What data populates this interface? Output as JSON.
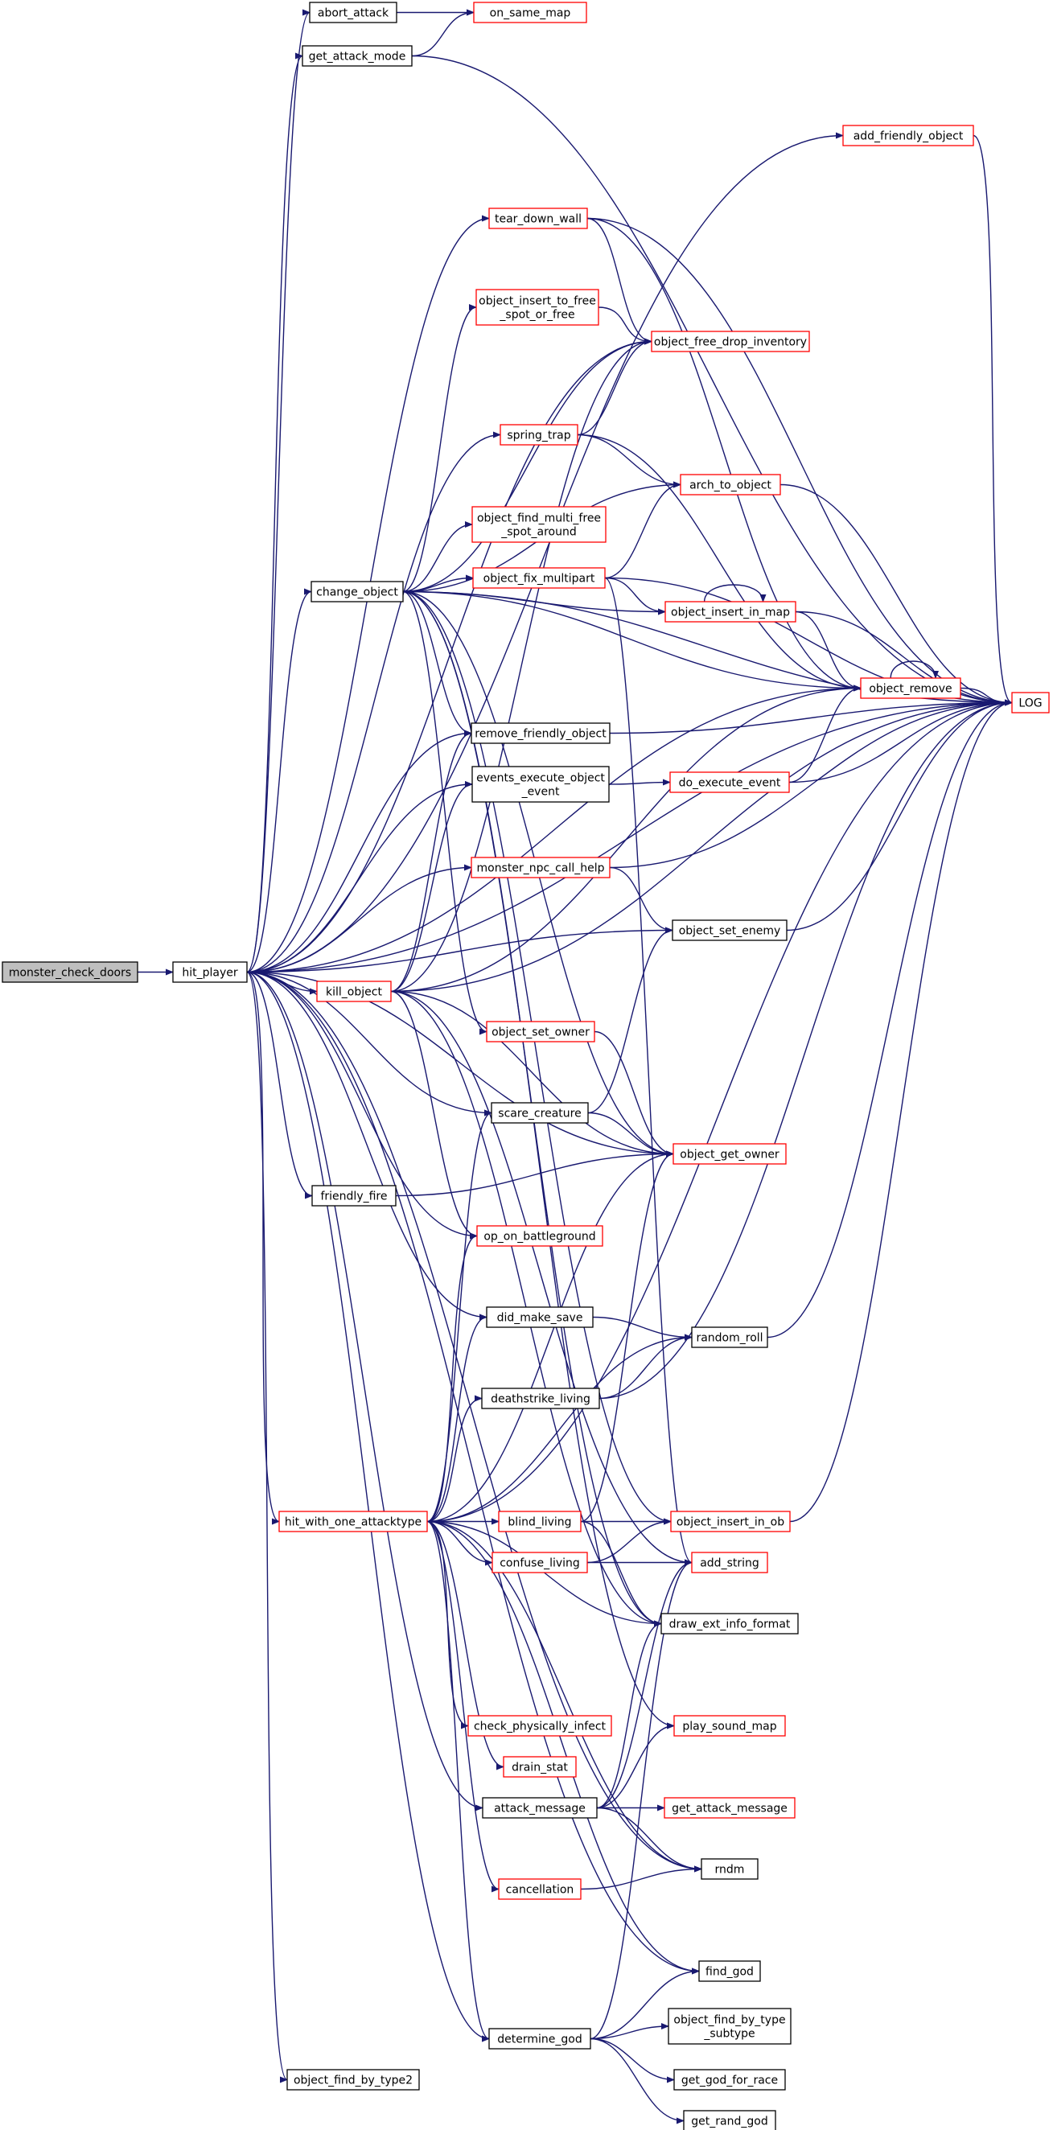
{
  "colors": {
    "edge": "#191970",
    "root_fill": "#bfbfbf",
    "linked_fill": "#ffffff",
    "border_black": "#000000",
    "border_red": "#ff0000"
  },
  "nodes": [
    {
      "id": "monster_check_doors",
      "lines": [
        "monster_check_doors"
      ],
      "style": "root"
    },
    {
      "id": "hit_player",
      "lines": [
        "hit_player"
      ],
      "style": "black"
    },
    {
      "id": "abort_attack",
      "lines": [
        "abort_attack"
      ],
      "style": "black"
    },
    {
      "id": "get_attack_mode",
      "lines": [
        "get_attack_mode"
      ],
      "style": "black"
    },
    {
      "id": "on_same_map",
      "lines": [
        "on_same_map"
      ],
      "style": "red"
    },
    {
      "id": "add_friendly_object",
      "lines": [
        "add_friendly_object"
      ],
      "style": "red"
    },
    {
      "id": "tear_down_wall",
      "lines": [
        "tear_down_wall"
      ],
      "style": "red"
    },
    {
      "id": "object_insert_to_free_spot_or_free",
      "lines": [
        "object_insert_to_free",
        "_spot_or_free"
      ],
      "style": "red"
    },
    {
      "id": "object_free_drop_inventory",
      "lines": [
        "object_free_drop_inventory"
      ],
      "style": "red"
    },
    {
      "id": "spring_trap",
      "lines": [
        "spring_trap"
      ],
      "style": "red"
    },
    {
      "id": "arch_to_object",
      "lines": [
        "arch_to_object"
      ],
      "style": "red"
    },
    {
      "id": "object_find_multi_free_spot_around",
      "lines": [
        "object_find_multi_free",
        "_spot_around"
      ],
      "style": "red"
    },
    {
      "id": "change_object",
      "lines": [
        "change_object"
      ],
      "style": "black"
    },
    {
      "id": "object_fix_multipart",
      "lines": [
        "object_fix_multipart"
      ],
      "style": "red"
    },
    {
      "id": "object_insert_in_map",
      "lines": [
        "object_insert_in_map"
      ],
      "style": "red"
    },
    {
      "id": "object_remove",
      "lines": [
        "object_remove"
      ],
      "style": "red"
    },
    {
      "id": "LOG",
      "lines": [
        "LOG"
      ],
      "style": "red"
    },
    {
      "id": "remove_friendly_object",
      "lines": [
        "remove_friendly_object"
      ],
      "style": "black"
    },
    {
      "id": "events_execute_object_event",
      "lines": [
        "events_execute_object",
        "_event"
      ],
      "style": "black"
    },
    {
      "id": "do_execute_event",
      "lines": [
        "do_execute_event"
      ],
      "style": "red"
    },
    {
      "id": "monster_npc_call_help",
      "lines": [
        "monster_npc_call_help"
      ],
      "style": "red"
    },
    {
      "id": "object_set_enemy",
      "lines": [
        "object_set_enemy"
      ],
      "style": "black"
    },
    {
      "id": "kill_object",
      "lines": [
        "kill_object"
      ],
      "style": "red"
    },
    {
      "id": "object_set_owner",
      "lines": [
        "object_set_owner"
      ],
      "style": "red"
    },
    {
      "id": "scare_creature",
      "lines": [
        "scare_creature"
      ],
      "style": "black"
    },
    {
      "id": "object_get_owner",
      "lines": [
        "object_get_owner"
      ],
      "style": "red"
    },
    {
      "id": "friendly_fire",
      "lines": [
        "friendly_fire"
      ],
      "style": "black"
    },
    {
      "id": "op_on_battleground",
      "lines": [
        "op_on_battleground"
      ],
      "style": "red"
    },
    {
      "id": "did_make_save",
      "lines": [
        "did_make_save"
      ],
      "style": "black"
    },
    {
      "id": "random_roll",
      "lines": [
        "random_roll"
      ],
      "style": "black"
    },
    {
      "id": "deathstrike_living",
      "lines": [
        "deathstrike_living"
      ],
      "style": "black"
    },
    {
      "id": "hit_with_one_attacktype",
      "lines": [
        "hit_with_one_attacktype"
      ],
      "style": "red"
    },
    {
      "id": "blind_living",
      "lines": [
        "blind_living"
      ],
      "style": "red"
    },
    {
      "id": "object_insert_in_ob",
      "lines": [
        "object_insert_in_ob"
      ],
      "style": "red"
    },
    {
      "id": "confuse_living",
      "lines": [
        "confuse_living"
      ],
      "style": "red"
    },
    {
      "id": "add_string",
      "lines": [
        "add_string"
      ],
      "style": "red"
    },
    {
      "id": "draw_ext_info_format",
      "lines": [
        "draw_ext_info_format"
      ],
      "style": "black"
    },
    {
      "id": "check_physically_infect",
      "lines": [
        "check_physically_infect"
      ],
      "style": "red"
    },
    {
      "id": "play_sound_map",
      "lines": [
        "play_sound_map"
      ],
      "style": "red"
    },
    {
      "id": "drain_stat",
      "lines": [
        "drain_stat"
      ],
      "style": "red"
    },
    {
      "id": "attack_message",
      "lines": [
        "attack_message"
      ],
      "style": "black"
    },
    {
      "id": "get_attack_message",
      "lines": [
        "get_attack_message"
      ],
      "style": "red"
    },
    {
      "id": "rndm",
      "lines": [
        "rndm"
      ],
      "style": "black"
    },
    {
      "id": "cancellation",
      "lines": [
        "cancellation"
      ],
      "style": "red"
    },
    {
      "id": "find_god",
      "lines": [
        "find_god"
      ],
      "style": "black"
    },
    {
      "id": "object_find_by_type_subtype",
      "lines": [
        "object_find_by_type",
        "_subtype"
      ],
      "style": "black"
    },
    {
      "id": "determine_god",
      "lines": [
        "determine_god"
      ],
      "style": "black"
    },
    {
      "id": "get_god_for_race",
      "lines": [
        "get_god_for_race"
      ],
      "style": "black"
    },
    {
      "id": "get_rand_god",
      "lines": [
        "get_rand_god"
      ],
      "style": "black"
    },
    {
      "id": "object_find_by_type2",
      "lines": [
        "object_find_by_type2"
      ],
      "style": "black"
    }
  ],
  "edges": [
    [
      "monster_check_doors",
      "hit_player"
    ],
    [
      "hit_player",
      "abort_attack"
    ],
    [
      "hit_player",
      "get_attack_mode"
    ],
    [
      "hit_player",
      "LOG"
    ],
    [
      "hit_player",
      "add_friendly_object"
    ],
    [
      "hit_player",
      "tear_down_wall"
    ],
    [
      "hit_player",
      "object_free_drop_inventory"
    ],
    [
      "hit_player",
      "spring_trap"
    ],
    [
      "hit_player",
      "change_object"
    ],
    [
      "hit_player",
      "object_remove"
    ],
    [
      "hit_player",
      "remove_friendly_object"
    ],
    [
      "hit_player",
      "events_execute_object_event"
    ],
    [
      "hit_player",
      "monster_npc_call_help"
    ],
    [
      "hit_player",
      "object_set_enemy"
    ],
    [
      "hit_player",
      "kill_object"
    ],
    [
      "hit_player",
      "scare_creature"
    ],
    [
      "hit_player",
      "object_get_owner"
    ],
    [
      "hit_player",
      "friendly_fire"
    ],
    [
      "hit_player",
      "op_on_battleground"
    ],
    [
      "hit_player",
      "did_make_save"
    ],
    [
      "hit_player",
      "hit_with_one_attacktype"
    ],
    [
      "hit_player",
      "attack_message"
    ],
    [
      "hit_player",
      "rndm"
    ],
    [
      "hit_player",
      "find_god"
    ],
    [
      "hit_player",
      "determine_god"
    ],
    [
      "hit_player",
      "object_find_by_type2"
    ],
    [
      "abort_attack",
      "on_same_map"
    ],
    [
      "get_attack_mode",
      "on_same_map"
    ],
    [
      "get_attack_mode",
      "LOG"
    ],
    [
      "add_friendly_object",
      "LOG"
    ],
    [
      "tear_down_wall",
      "object_free_drop_inventory"
    ],
    [
      "tear_down_wall",
      "object_remove"
    ],
    [
      "tear_down_wall",
      "LOG"
    ],
    [
      "object_insert_to_free_spot_or_free",
      "object_free_drop_inventory"
    ],
    [
      "spring_trap",
      "object_free_drop_inventory"
    ],
    [
      "spring_trap",
      "arch_to_object"
    ],
    [
      "spring_trap",
      "object_remove"
    ],
    [
      "arch_to_object",
      "LOG"
    ],
    [
      "change_object",
      "object_free_drop_inventory"
    ],
    [
      "change_object",
      "object_insert_to_free_spot_or_free"
    ],
    [
      "change_object",
      "arch_to_object"
    ],
    [
      "change_object",
      "object_find_multi_free_spot_around"
    ],
    [
      "change_object",
      "object_fix_multipart"
    ],
    [
      "change_object",
      "object_insert_in_map"
    ],
    [
      "change_object",
      "object_remove"
    ],
    [
      "change_object",
      "remove_friendly_object"
    ],
    [
      "change_object",
      "object_set_owner"
    ],
    [
      "change_object",
      "object_get_owner"
    ],
    [
      "change_object",
      "object_insert_in_ob"
    ],
    [
      "change_object",
      "draw_ext_info_format"
    ],
    [
      "change_object",
      "play_sound_map"
    ],
    [
      "change_object",
      "LOG"
    ],
    [
      "object_fix_multipart",
      "arch_to_object"
    ],
    [
      "object_fix_multipart",
      "object_insert_in_map"
    ],
    [
      "object_fix_multipart",
      "LOG"
    ],
    [
      "object_fix_multipart",
      "add_string"
    ],
    [
      "object_insert_in_map",
      "object_insert_in_map"
    ],
    [
      "object_insert_in_map",
      "object_remove"
    ],
    [
      "object_insert_in_map",
      "LOG"
    ],
    [
      "object_remove",
      "object_remove"
    ],
    [
      "object_remove",
      "LOG"
    ],
    [
      "remove_friendly_object",
      "LOG"
    ],
    [
      "events_execute_object_event",
      "do_execute_event"
    ],
    [
      "do_execute_event",
      "object_remove"
    ],
    [
      "do_execute_event",
      "LOG"
    ],
    [
      "monster_npc_call_help",
      "object_set_enemy"
    ],
    [
      "monster_npc_call_help",
      "LOG"
    ],
    [
      "object_set_enemy",
      "LOG"
    ],
    [
      "kill_object",
      "object_free_drop_inventory"
    ],
    [
      "kill_object",
      "remove_friendly_object"
    ],
    [
      "kill_object",
      "events_execute_object_event"
    ],
    [
      "kill_object",
      "object_remove"
    ],
    [
      "kill_object",
      "object_get_owner"
    ],
    [
      "kill_object",
      "op_on_battleground"
    ],
    [
      "kill_object",
      "draw_ext_info_format"
    ],
    [
      "kill_object",
      "add_string"
    ],
    [
      "kill_object",
      "LOG"
    ],
    [
      "object_set_owner",
      "object_get_owner"
    ],
    [
      "scare_creature",
      "object_set_enemy"
    ],
    [
      "scare_creature",
      "object_get_owner"
    ],
    [
      "friendly_fire",
      "object_get_owner"
    ],
    [
      "did_make_save",
      "random_roll"
    ],
    [
      "random_roll",
      "LOG"
    ],
    [
      "deathstrike_living",
      "random_roll"
    ],
    [
      "deathstrike_living",
      "LOG"
    ],
    [
      "hit_with_one_attacktype",
      "scare_creature"
    ],
    [
      "hit_with_one_attacktype",
      "object_get_owner"
    ],
    [
      "hit_with_one_attacktype",
      "op_on_battleground"
    ],
    [
      "hit_with_one_attacktype",
      "did_make_save"
    ],
    [
      "hit_with_one_attacktype",
      "random_roll"
    ],
    [
      "hit_with_one_attacktype",
      "deathstrike_living"
    ],
    [
      "hit_with_one_attacktype",
      "blind_living"
    ],
    [
      "hit_with_one_attacktype",
      "confuse_living"
    ],
    [
      "hit_with_one_attacktype",
      "draw_ext_info_format"
    ],
    [
      "hit_with_one_attacktype",
      "check_physically_infect"
    ],
    [
      "hit_with_one_attacktype",
      "drain_stat"
    ],
    [
      "hit_with_one_attacktype",
      "cancellation"
    ],
    [
      "hit_with_one_attacktype",
      "rndm"
    ],
    [
      "hit_with_one_attacktype",
      "find_god"
    ],
    [
      "hit_with_one_attacktype",
      "determine_god"
    ],
    [
      "hit_with_one_attacktype",
      "LOG"
    ],
    [
      "blind_living",
      "object_get_owner"
    ],
    [
      "blind_living",
      "object_insert_in_ob"
    ],
    [
      "blind_living",
      "draw_ext_info_format"
    ],
    [
      "object_insert_in_ob",
      "LOG"
    ],
    [
      "confuse_living",
      "object_insert_in_ob"
    ],
    [
      "confuse_living",
      "add_string"
    ],
    [
      "attack_message",
      "play_sound_map"
    ],
    [
      "attack_message",
      "get_attack_message"
    ],
    [
      "attack_message",
      "rndm"
    ],
    [
      "attack_message",
      "draw_ext_info_format"
    ],
    [
      "attack_message",
      "add_string"
    ],
    [
      "cancellation",
      "rndm"
    ],
    [
      "determine_god",
      "find_god"
    ],
    [
      "determine_god",
      "object_find_by_type_subtype"
    ],
    [
      "determine_god",
      "get_god_for_race"
    ],
    [
      "determine_god",
      "get_rand_god"
    ],
    [
      "determine_god",
      "add_string"
    ]
  ]
}
